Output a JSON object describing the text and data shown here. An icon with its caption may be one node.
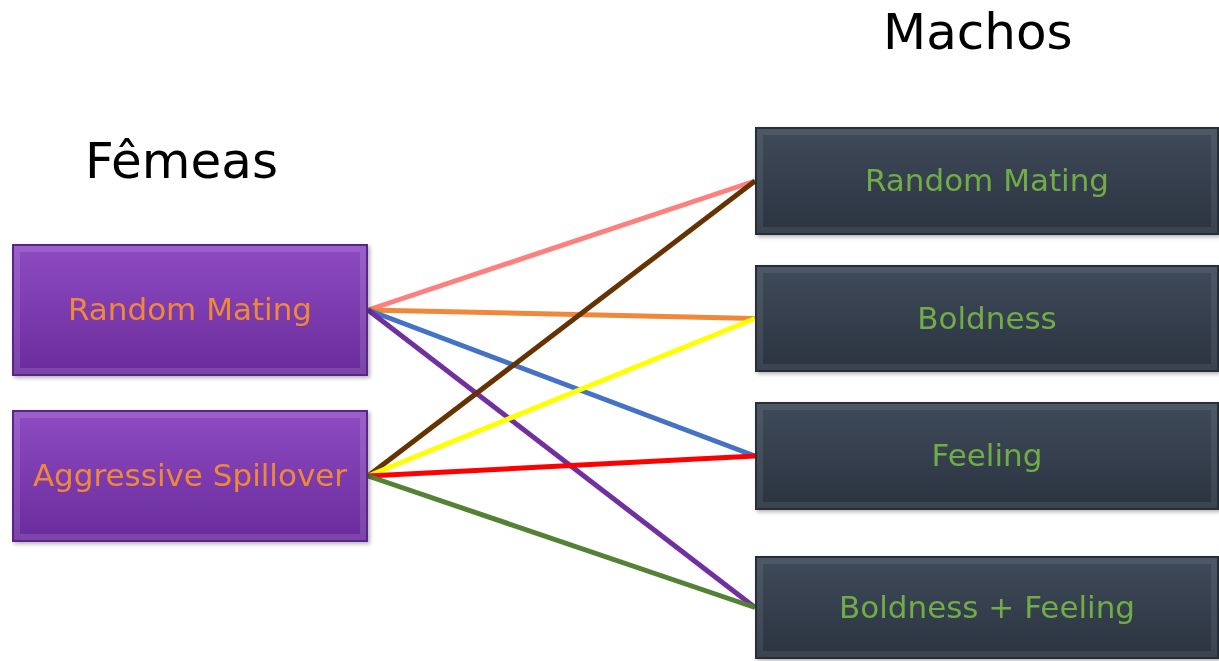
{
  "diagram": {
    "nodes": [
      {
        "text": [
          "Random Mating"
        ]
      },
      {
        "text": [
          "Aggressive Spillover"
        ]
      },
      {
        "text": [
          "Random Mating"
        ]
      },
      {
        "text": [
          "Boldness"
        ]
      },
      {
        "text": [
          "Feeling"
        ]
      },
      {
        "text": [
          "Boldness + Feeling"
        ]
      }
    ],
    "edges": [
      {
        "from": 0,
        "to": 2,
        "arrow": "none",
        "color": "#ff7f7f"
      },
      {
        "from": 0,
        "to": 3,
        "arrow": "none",
        "color": "#f0883a"
      },
      {
        "from": 0,
        "to": 4,
        "arrow": "none",
        "color": "#4472c4"
      },
      {
        "from": 0,
        "to": 5,
        "arrow": "none",
        "color": "#7030a0"
      },
      {
        "from": 1,
        "to": 2,
        "arrow": "none",
        "color": "#663300"
      },
      {
        "from": 1,
        "to": 3,
        "arrow": "none",
        "color": "#ffff00"
      },
      {
        "from": 1,
        "to": 4,
        "arrow": "none",
        "color": "#ff0000"
      },
      {
        "from": 1,
        "to": 5,
        "arrow": "none",
        "color": "#548235"
      }
    ],
    "labels": [
      "Machos",
      "Fêmeas"
    ]
  }
}
